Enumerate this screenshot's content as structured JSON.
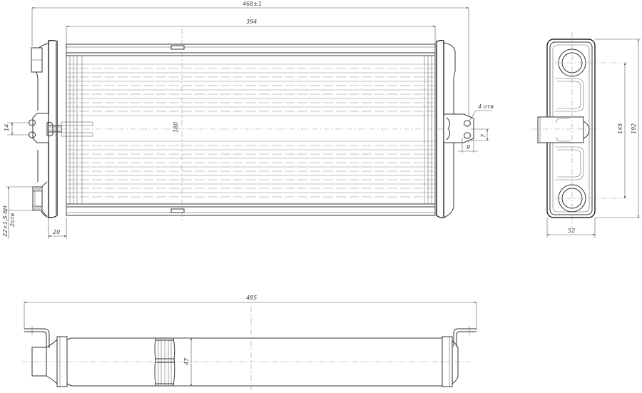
{
  "drawing": {
    "subject": "Heater radiator technical drawing",
    "colors": {
      "line": "#333333",
      "background": "#ffffff",
      "centerline": "#999999"
    },
    "views": {
      "front": {
        "dimensions": {
          "overall_width": "468±1",
          "core_width": "394",
          "core_height": "180",
          "bracket_hole_spacing_left": "14",
          "fitting_offset": "20",
          "fitting_thread": "22×1,5-6H",
          "fitting_count": "2отв",
          "bracket_holes": "4 отв",
          "bracket_hole_pitch": "7",
          "bracket_hole_offset": "9"
        }
      },
      "side": {
        "dimensions": {
          "overall_height": "192",
          "pipe_spacing": "145",
          "depth": "52"
        }
      },
      "top": {
        "dimensions": {
          "overall_length": "485",
          "tube_diameter": "47"
        }
      }
    }
  }
}
